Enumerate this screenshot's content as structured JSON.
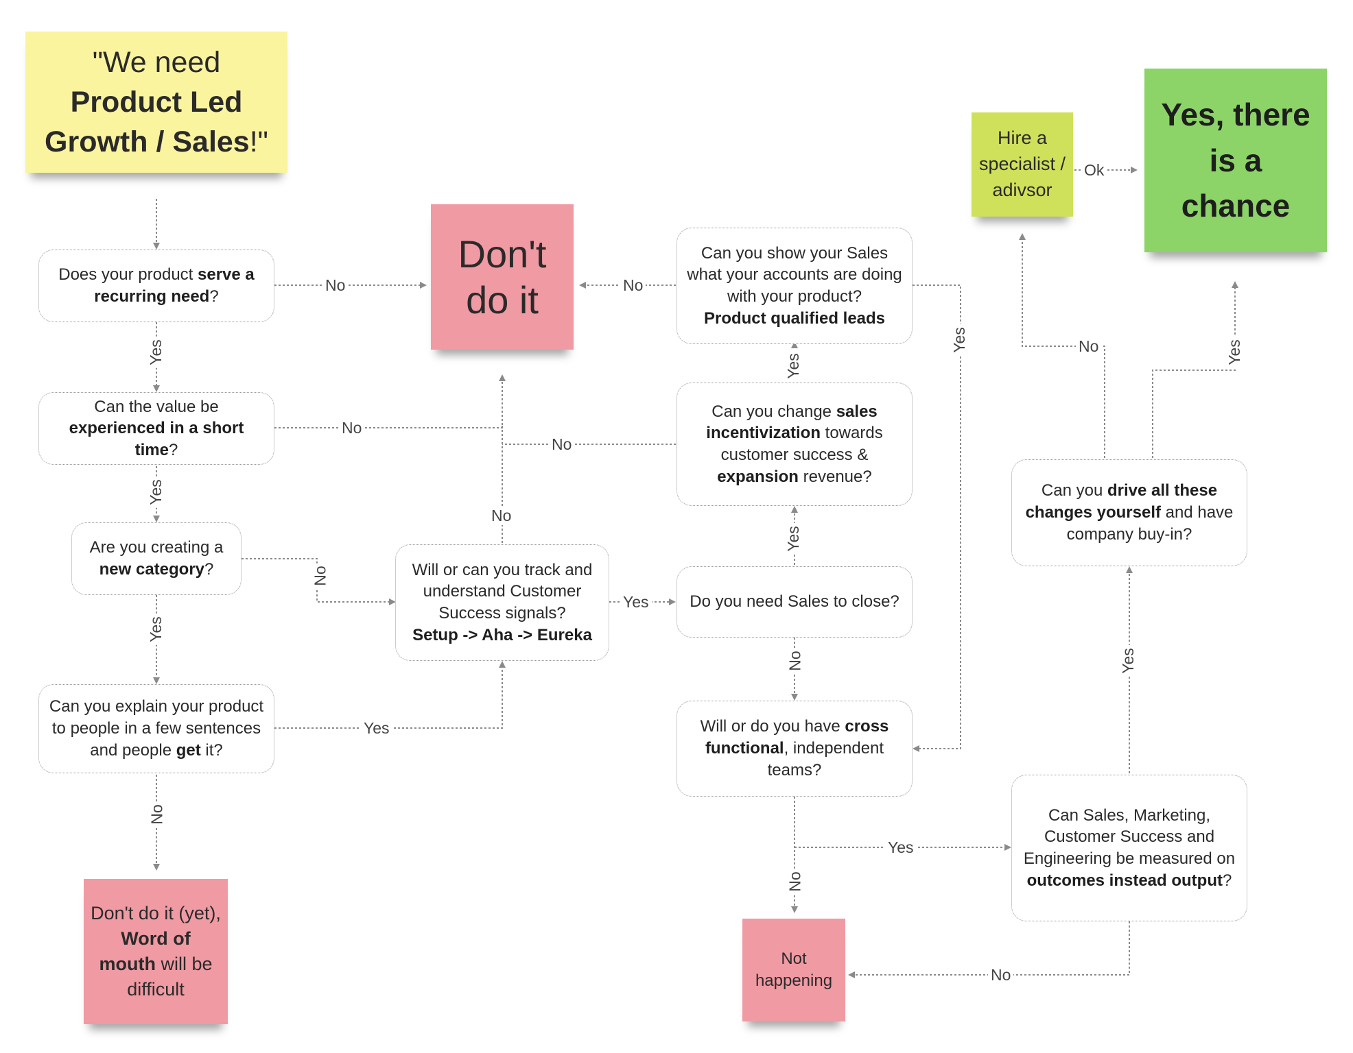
{
  "start": {
    "line1": "\"We need",
    "line2": "Product Led",
    "line3_bold": "Growth / Sales",
    "line3_tail": "!\""
  },
  "nodes": {
    "recurring": {
      "a": "Does your product ",
      "b": "serve a recurring need",
      "c": "?"
    },
    "short_time": {
      "a": "Can the value be ",
      "b": "experienced in a short time",
      "c": "?"
    },
    "new_category": {
      "a": "Are you creating a ",
      "b": "new category",
      "c": "?"
    },
    "explain": {
      "a": "Can you explain your product to people in a few sentences and people ",
      "b": "get",
      "c": " it?"
    },
    "track": {
      "a": "Will or can you track and understand Customer Success signals?",
      "b": "Setup -> Aha -> Eureka"
    },
    "show_sales": {
      "a": "Can you show your Sales what your accounts are doing with your product?",
      "b": "Product qualified leads"
    },
    "incentive": {
      "a": "Can you change ",
      "b": "sales incentivization",
      "c": " towards customer success & ",
      "d": "expansion",
      "e": " revenue?"
    },
    "need_sales": {
      "a": "Do you need Sales to close?"
    },
    "cross": {
      "a": "Will or do you have ",
      "b": "cross functional",
      "c": ", independent teams?"
    },
    "measured": {
      "a": "Can Sales, Marketing, Customer Success and Engineering be measured on ",
      "b": "outcomes instead output",
      "c": "?"
    },
    "drive": {
      "a": "Can you ",
      "b": "drive all these changes yourself",
      "c": " and have company buy-in?"
    }
  },
  "stickies": {
    "dont_do_it": "Don't do it",
    "word_of_mouth": {
      "a": "Don't do it (yet), ",
      "b": "Word of mouth",
      "c": " will be difficult"
    },
    "not_happening": "Not happening",
    "hire": "Hire a specialist / adivsor",
    "chance": "Yes, there is a chance"
  },
  "labels": {
    "no": "No",
    "yes": "Yes",
    "ok": "Ok"
  }
}
